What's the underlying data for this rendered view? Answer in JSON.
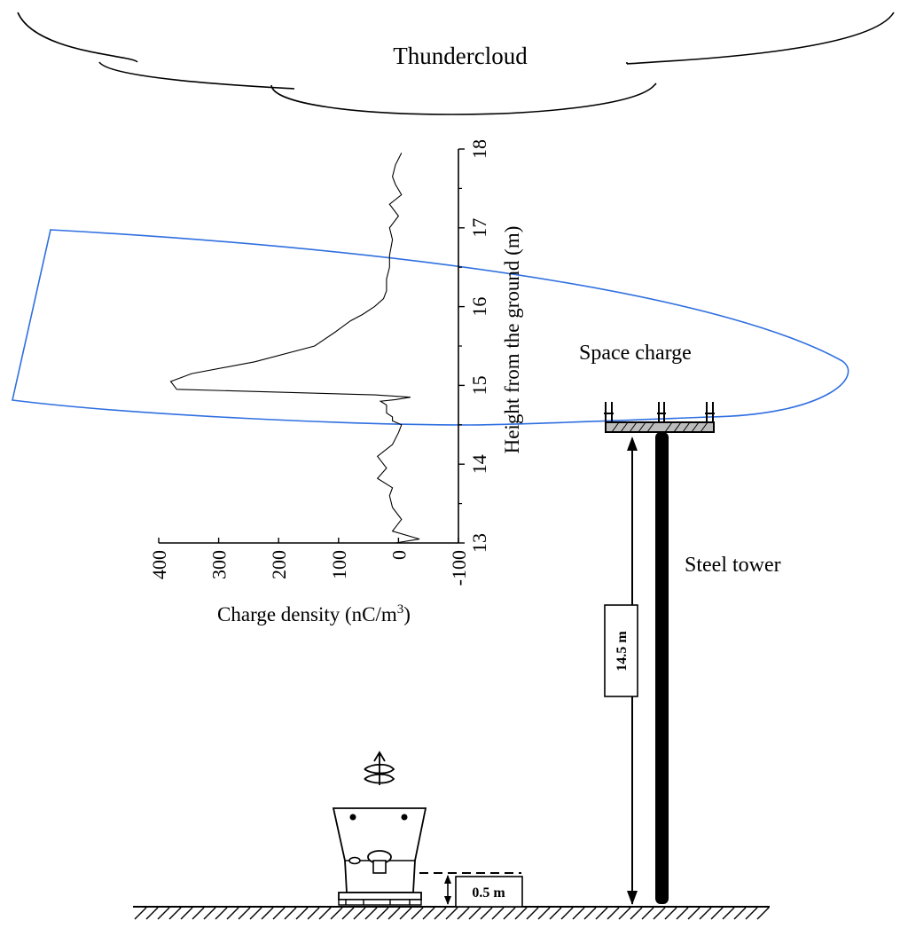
{
  "labels": {
    "thundercloud": "Thundercloud",
    "space_charge": "Space charge",
    "steel_tower": "Steel tower",
    "tower_height": "14.5 m",
    "sensor_height": "0.5 m"
  },
  "colors": {
    "space_charge_outline": "#2f6fe0",
    "line": "#000000",
    "background": "#ffffff"
  },
  "chart_data": {
    "type": "line",
    "orientation": "vertical-profile",
    "xlabel_main": "Charge density (nC/m",
    "xlabel_sup": "3",
    "xlabel_end": ")",
    "ylabel": "Height from the ground (m)",
    "xlim": [
      400,
      -100
    ],
    "ylim": [
      13,
      18
    ],
    "x_ticks": [
      400,
      300,
      200,
      100,
      0,
      -100
    ],
    "x_tick_labels": [
      "400",
      "300",
      "200",
      "100",
      "0",
      "-100"
    ],
    "y_ticks": [
      13,
      14,
      15,
      16,
      17,
      18
    ],
    "y_tick_labels": [
      "13",
      "14",
      "15",
      "16",
      "17",
      "18"
    ],
    "series": [
      {
        "x": [
          5,
          -35,
          10,
          -5,
          10,
          15,
          10,
          35,
          20,
          35,
          10,
          0,
          -5,
          10,
          10,
          20,
          20,
          20,
          30,
          5,
          -20,
          40,
          370,
          380,
          345,
          240,
          140,
          105,
          80,
          60,
          40,
          25,
          20,
          20,
          15,
          15,
          10,
          15,
          0,
          15,
          -5,
          5,
          10,
          5,
          -5
        ],
        "y": [
          13.0,
          13.05,
          13.15,
          13.3,
          13.45,
          13.6,
          13.7,
          13.82,
          13.95,
          14.1,
          14.25,
          14.4,
          14.5,
          14.55,
          14.6,
          14.65,
          14.7,
          14.75,
          14.8,
          14.82,
          14.85,
          14.88,
          14.95,
          15.05,
          15.15,
          15.3,
          15.5,
          15.68,
          15.82,
          15.9,
          16.0,
          16.1,
          16.2,
          16.35,
          16.5,
          16.65,
          16.85,
          17.0,
          17.15,
          17.3,
          17.42,
          17.55,
          17.65,
          17.8,
          17.95
        ]
      }
    ]
  }
}
